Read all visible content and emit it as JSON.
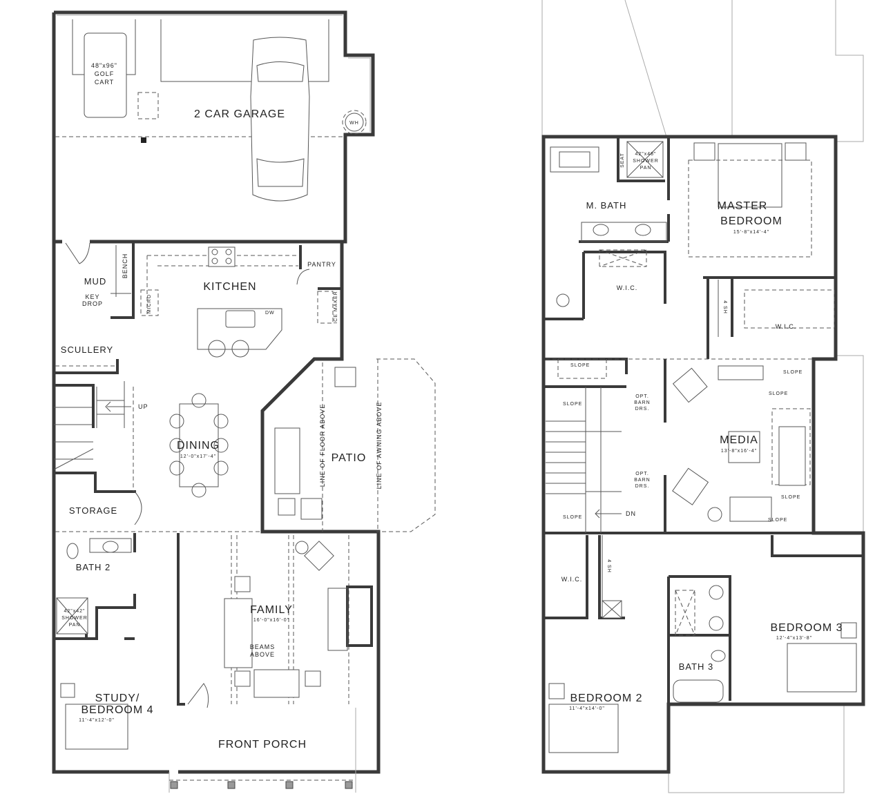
{
  "first_floor": {
    "garage": {
      "name": "2 CAR GARAGE",
      "golf_cart": [
        "48\"x96\"",
        "GOLF",
        "CART"
      ],
      "water_heater": "WH"
    },
    "mud": {
      "name": "MUD",
      "bench": "BENCH",
      "key_drop": [
        "KEY",
        "DROP"
      ]
    },
    "kitchen": {
      "name": "KITCHEN",
      "micro": "MICRO",
      "pantry": "PANTRY",
      "ice_maker": "ICE MAKER",
      "dw": "DW"
    },
    "scullery": "SCULLERY",
    "stairs_up": "UP",
    "dining": {
      "name": "DINING",
      "size": "12'-0\"x17'-4\""
    },
    "patio": {
      "name": "PATIO",
      "line_floor": "LINE OF FLOOR ABOVE",
      "line_awning": "LINE OF AWNING ABOVE"
    },
    "storage": "STORAGE",
    "bath2": {
      "name": "BATH 2",
      "shower": [
        "42\"x42\"",
        "SHOWER",
        "PAN"
      ]
    },
    "family": {
      "name": "FAMILY",
      "size": "16'-0\"x16'-0\"",
      "beams": [
        "BEAMS",
        "ABOVE"
      ]
    },
    "study": {
      "name": [
        "STUDY/",
        "BEDROOM 4"
      ],
      "size": "11'-4\"x12'-0\""
    },
    "front_porch": "FRONT PORCH"
  },
  "second_floor": {
    "master_bath": {
      "name": "M. BATH",
      "seat": "SEAT",
      "shower": [
        "42\"x48\"",
        "SHOWER",
        "PAN"
      ]
    },
    "master_bedroom": {
      "name": [
        "MASTER",
        "BEDROOM"
      ],
      "size": "15'-8\"x14'-4\""
    },
    "wic_1": "W.I.C.",
    "wic_2": "W.I.C.",
    "wic_3": "W.I.C.",
    "shelf_1": "4 SH",
    "shelf_2": "4 SH",
    "slope": "SLOPE",
    "barn_doors": [
      "OPT.",
      "BARN",
      "DRS."
    ],
    "stairs_down": "DN",
    "media": {
      "name": "MEDIA",
      "size": "13'-8\"x16'-4\""
    },
    "bedroom2": {
      "name": "BEDROOM 2",
      "size": "11'-4\"x14'-0\""
    },
    "bath3": "BATH 3",
    "bedroom3": {
      "name": "BEDROOM 3",
      "size": "12'-4\"x13'-8\""
    }
  }
}
